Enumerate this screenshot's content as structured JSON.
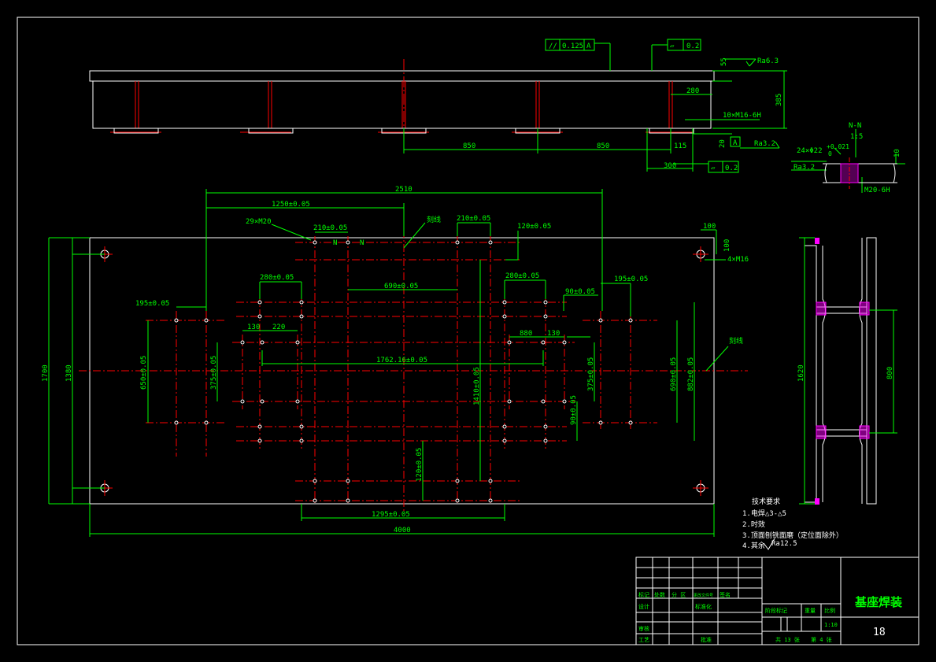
{
  "colors": {
    "background": "#000000",
    "outline": "#ffffff",
    "dimension": "#00ff00",
    "centerline": "#ff0000",
    "weld": "#ff00ff"
  },
  "front_view": {
    "tolerances": {
      "parallelism": "0.125",
      "parallelism_datum": "A",
      "flatness_top": "0.2",
      "flatness_bottom": "0.2",
      "datum": "A"
    },
    "roughness_top": "Ra6.3",
    "roughness_side": "Ra3.2",
    "dims": {
      "plate_thk": "55",
      "height": "385",
      "d280": "280",
      "thread": "10×M16-6H",
      "d850a": "850",
      "d850b": "850",
      "d115": "115",
      "d20": "20",
      "d300": "300"
    }
  },
  "section_nn": {
    "label": "N-N",
    "scale": "1:5",
    "holes": "24×Φ22",
    "tol_upper": "+0.021",
    "tol_lower": "0",
    "roughness": "Ra3.2",
    "depth": "10",
    "thread": "M20-6H"
  },
  "plan_view": {
    "d2510": "2510",
    "d1250": "1250±0.05",
    "d29m20": "29×M20",
    "d210a": "210±0.05",
    "d210b": "210±0.05",
    "d120a": "120±0.05",
    "d100": "100",
    "d100v": "100",
    "d4m16": "4×M16",
    "mark_n1": "N",
    "mark_n2": "N",
    "note_scribe1": "刻线",
    "note_scribe2": "刻线",
    "d280a": "280±0.05",
    "d690": "690±0.05",
    "d280b": "280±0.05",
    "d195l": "195±0.05",
    "d195r": "195±0.05",
    "d90": "90±0.05",
    "d130": "130",
    "d220": "220",
    "d880": "880",
    "d130r": "130",
    "d1762": "1762.16±0.05",
    "d1700": "1700",
    "d1380": "1380",
    "d650": "650±0.05",
    "d375l": "375±0.05",
    "d1410": "1410±0.05",
    "d375r": "375±0.05",
    "d690v": "690±0.05",
    "d882": "882±0.05",
    "d90v": "90±0.05",
    "d120b": "120±0.05",
    "d1295": "1295±0.05",
    "d4000": "4000"
  },
  "side_view": {
    "d1620": "1620",
    "d800": "800"
  },
  "notes": {
    "title": "技术要求",
    "items": [
      "1.电焊△3-△5",
      "2.时效",
      "3.顶面刨铣面磨（定位面除外）",
      "4.其余"
    ],
    "roughness": "Ra12.5"
  },
  "title_block": {
    "drawing_name": "基座焊装",
    "drawing_no": "18",
    "scale": "1:10",
    "sheets_total": "共 13 张",
    "sheet_no": "第 4 张",
    "h_mark": "标记",
    "h_count": "处数",
    "h_zone": "分 区",
    "h_docno": "更改文件号",
    "h_sign": "签名",
    "h_design": "设计",
    "h_std": "标准化",
    "h_review": "审核",
    "h_process": "工艺",
    "h_approve": "批准",
    "h_stage": "阶段标记",
    "h_weight": "重量",
    "h_scale": "比例"
  }
}
